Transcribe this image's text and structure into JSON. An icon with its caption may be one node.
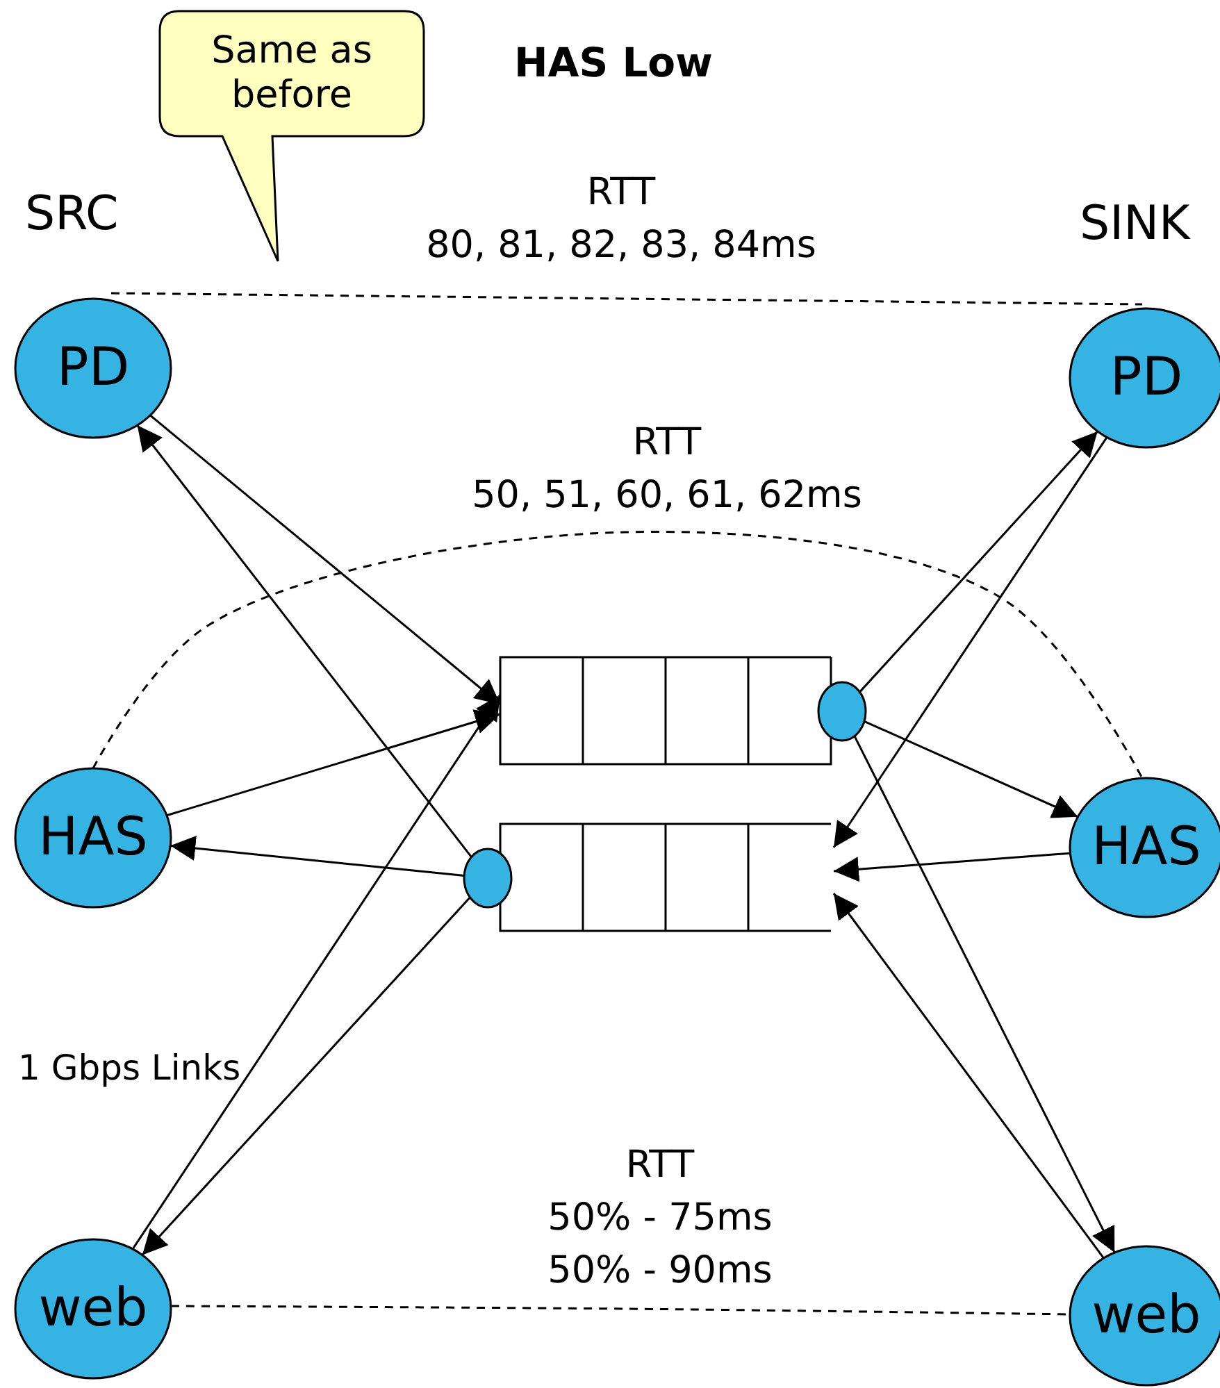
{
  "diagram": {
    "title": "HAS Low",
    "nodes": [
      {
        "text": [
          "Same as before"
        ]
      },
      {
        "text": [
          "PD"
        ]
      },
      {
        "text": [
          "HAS"
        ]
      },
      {
        "text": [
          "web"
        ]
      },
      {
        "text": [
          "PD"
        ]
      },
      {
        "text": [
          "HAS"
        ]
      },
      {
        "text": [
          "web"
        ]
      },
      {
        "text": [],
        "shape": "box"
      },
      {
        "text": [],
        "shape": "box"
      },
      {
        "text": [],
        "shape": "circle"
      },
      {
        "text": [],
        "shape": "circle"
      }
    ],
    "edges": [
      {
        "from": 1,
        "to": 7,
        "arrow": "to"
      },
      {
        "from": 2,
        "to": 7,
        "arrow": "to"
      },
      {
        "from": 3,
        "to": 7,
        "arrow": "to"
      },
      {
        "from": 10,
        "to": 1,
        "arrow": "to"
      },
      {
        "from": 10,
        "to": 2,
        "arrow": "to"
      },
      {
        "from": 10,
        "to": 3,
        "arrow": "to"
      },
      {
        "from": 9,
        "to": 4,
        "arrow": "to"
      },
      {
        "from": 4,
        "to": 8,
        "arrow": "to"
      },
      {
        "from": 9,
        "to": 5,
        "arrow": "to"
      },
      {
        "from": 5,
        "to": 8,
        "arrow": "to"
      },
      {
        "from": 9,
        "to": 6,
        "arrow": "to"
      },
      {
        "from": 6,
        "to": 8,
        "arrow": "to"
      },
      {
        "from": 1,
        "to": 4,
        "arrow": "none",
        "style": "dashed",
        "label": "RTT 80, 81, 82, 83, 84ms"
      },
      {
        "from": 2,
        "to": 5,
        "arrow": "none",
        "style": "dashed",
        "label": "RTT 50, 51, 60, 61, 62ms"
      },
      {
        "from": 3,
        "to": 6,
        "arrow": "none",
        "style": "dashed",
        "label": "RTT 50% - 75ms 50% - 90ms"
      }
    ],
    "labels": [
      "SRC",
      "SINK",
      "1 Gbps Links"
    ]
  }
}
